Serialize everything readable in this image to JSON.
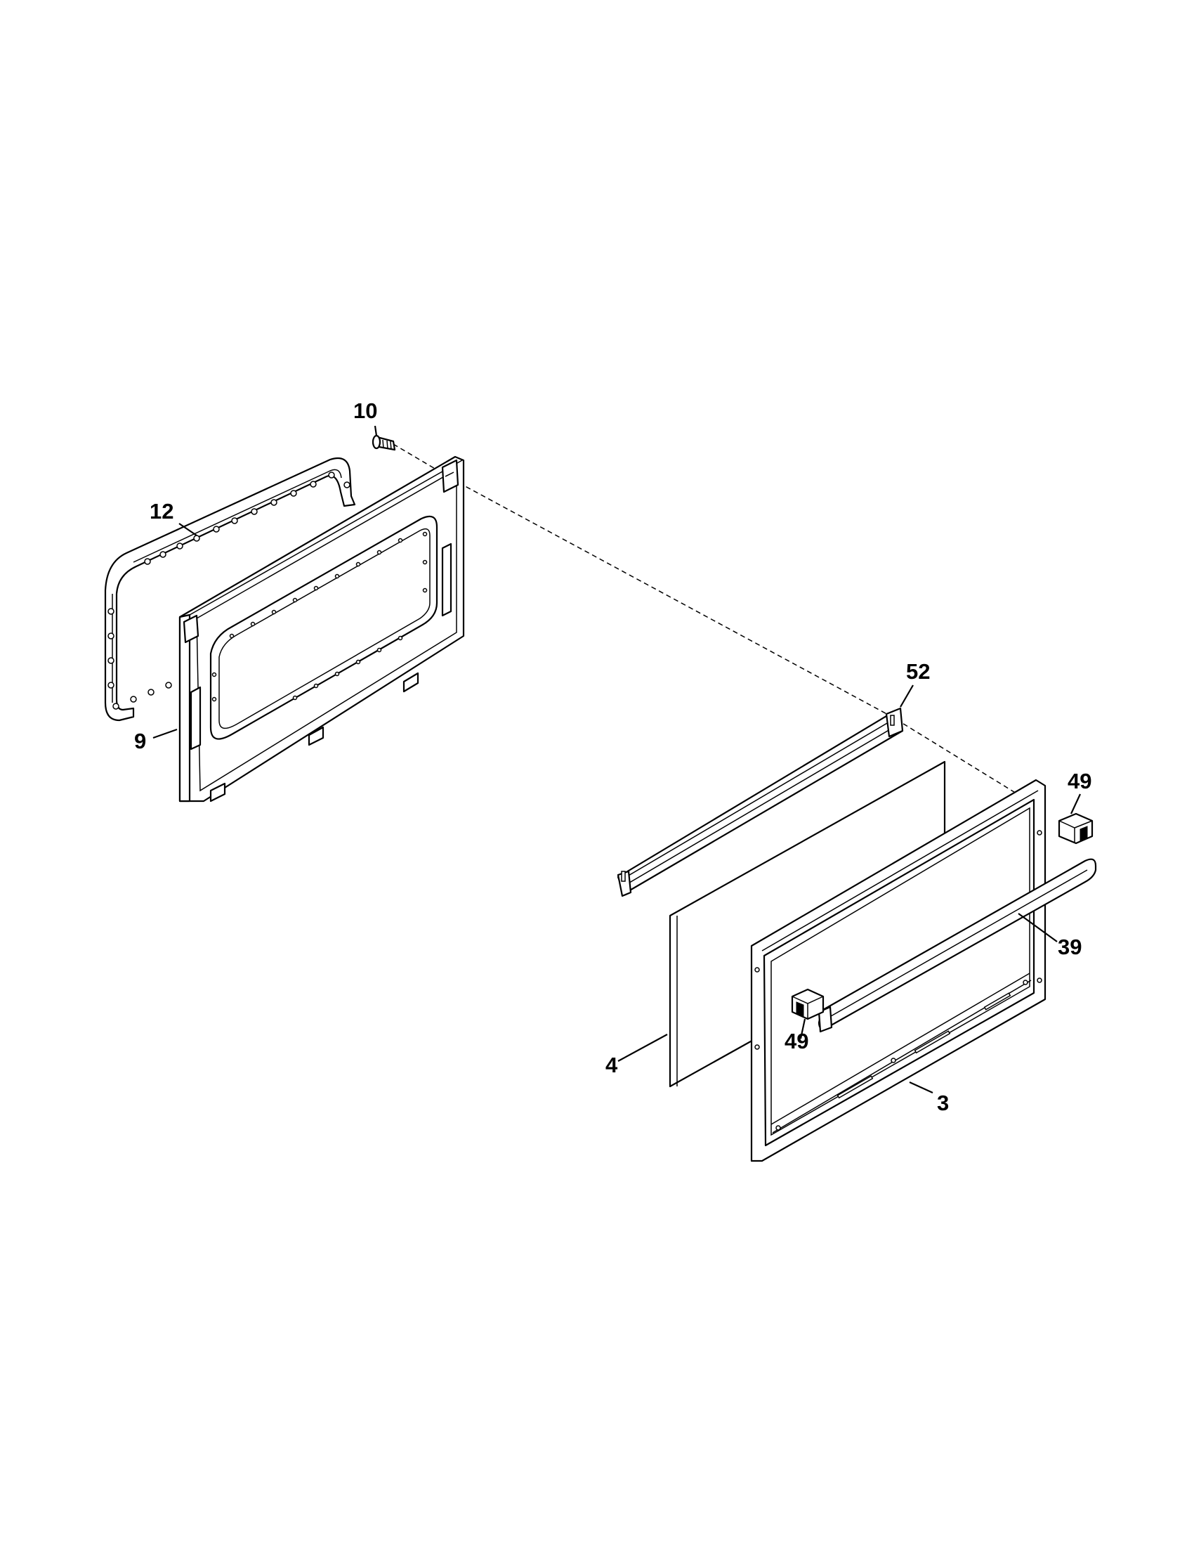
{
  "callouts": {
    "c10": "10",
    "c12": "12",
    "c9": "9",
    "c52": "52",
    "c49_top": "49",
    "c39": "39",
    "c49_bottom": "49",
    "c4": "4",
    "c3": "3"
  },
  "parts": [
    {
      "callout": "12",
      "part": "door-gasket"
    },
    {
      "callout": "10",
      "part": "screw"
    },
    {
      "callout": "9",
      "part": "inner-door-panel"
    },
    {
      "callout": "52",
      "part": "door-top-trim"
    },
    {
      "callout": "4",
      "part": "glass-panel"
    },
    {
      "callout": "3",
      "part": "outer-door-frame"
    },
    {
      "callout": "39",
      "part": "door-handle-bar"
    },
    {
      "callout": "49",
      "part": "handle-end-cap"
    }
  ]
}
